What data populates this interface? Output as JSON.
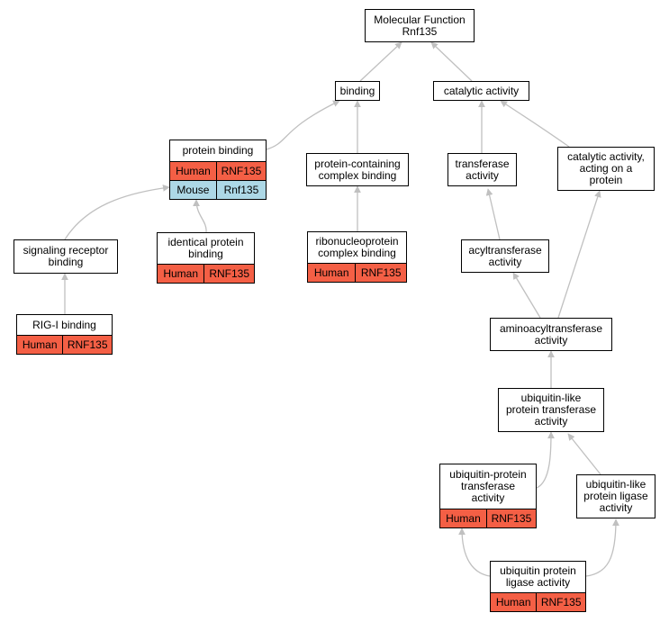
{
  "nodes": {
    "mf": {
      "lines": [
        "Molecular Function",
        "Rnf135"
      ]
    },
    "bind": {
      "lines": [
        "binding"
      ]
    },
    "cat": {
      "lines": [
        "catalytic activity"
      ]
    },
    "pb": {
      "lines": [
        "protein binding"
      ],
      "rows": [
        {
          "species": "Human",
          "gene": "RNF135"
        },
        {
          "species": "Mouse",
          "gene": "Rnf135"
        }
      ]
    },
    "pccb": {
      "lines": [
        "protein-containing",
        "complex binding"
      ]
    },
    "tra": {
      "lines": [
        "transferase",
        "activity"
      ]
    },
    "caop": {
      "lines": [
        "catalytic activity,",
        "acting on a",
        "protein"
      ]
    },
    "srb": {
      "lines": [
        "signaling receptor",
        "binding"
      ]
    },
    "ipb": {
      "lines": [
        "identical protein",
        "binding"
      ],
      "rows": [
        {
          "species": "Human",
          "gene": "RNF135"
        }
      ]
    },
    "rcb": {
      "lines": [
        "ribonucleoprotein",
        "complex binding"
      ],
      "rows": [
        {
          "species": "Human",
          "gene": "RNF135"
        }
      ]
    },
    "acyl": {
      "lines": [
        "acyltransferase",
        "activity"
      ]
    },
    "rig": {
      "lines": [
        "RIG-I binding"
      ],
      "rows": [
        {
          "species": "Human",
          "gene": "RNF135"
        }
      ]
    },
    "amino": {
      "lines": [
        "aminoacyltransferase",
        "activity"
      ]
    },
    "ubl": {
      "lines": [
        "ubiquitin-like",
        "protein transferase",
        "activity"
      ]
    },
    "upt": {
      "lines": [
        "ubiquitin-protein",
        "transferase",
        "activity"
      ],
      "rows": [
        {
          "species": "Human",
          "gene": "RNF135"
        }
      ]
    },
    "ubll": {
      "lines": [
        "ubiquitin-like",
        "protein ligase",
        "activity"
      ]
    },
    "upl": {
      "lines": [
        "ubiquitin protein",
        "ligase activity"
      ],
      "rows": [
        {
          "species": "Human",
          "gene": "RNF135"
        }
      ]
    }
  },
  "colors": {
    "human": "#f45f45",
    "mouse": "#add8e6",
    "edge": "#c0c0c0"
  }
}
